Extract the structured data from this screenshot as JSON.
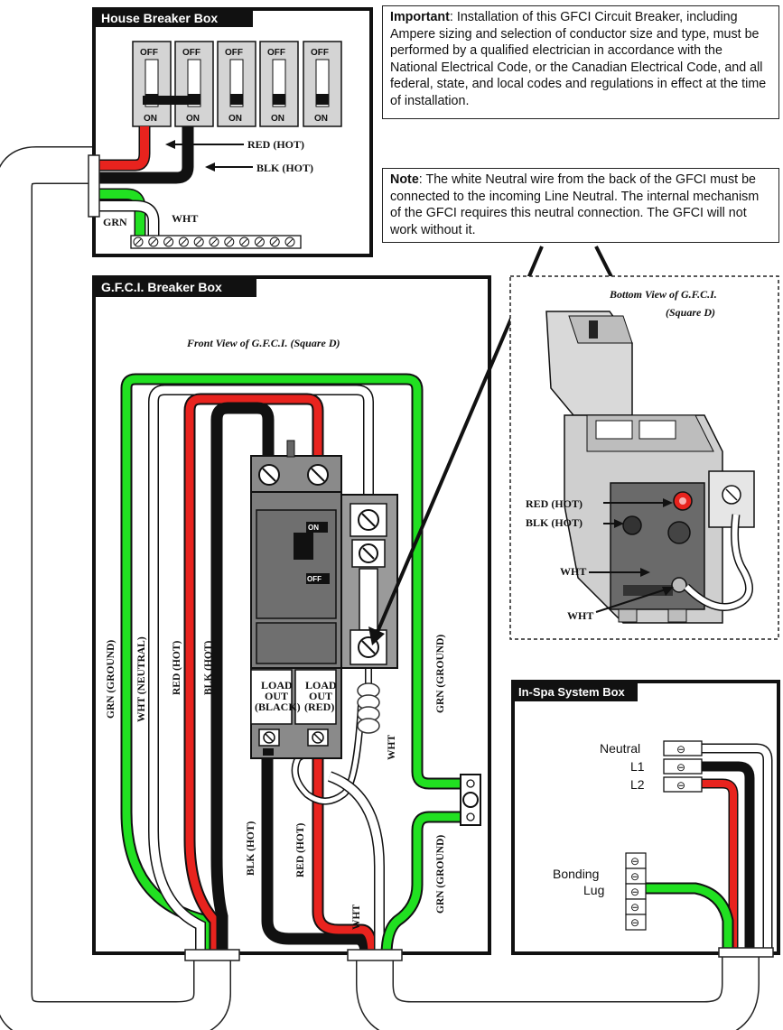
{
  "notes": {
    "important_label": "Important",
    "important_text": ": Installation of this GFCI Circuit Breaker, including Ampere sizing and selection of conductor size and type, must be performed by a qualified electrician in accordance with the National Electrical Code, or the Canadian Electrical Code, and all federal, state, and local codes and regulations in effect at the time of installation.",
    "note_label": "Note",
    "note_text": ": The white Neutral wire from the back of the GFCI must be connected to the incoming Line Neutral. The internal mechanism of the GFCI requires this neutral connection. The GFCI will not work without it."
  },
  "house_box": {
    "title": "House Breaker Box",
    "off": "OFF",
    "on": "ON",
    "red_label": "RED (HOT)",
    "blk_label": "BLK (HOT)",
    "grn_label": "GRN",
    "wht_label": "WHT"
  },
  "gfci_box": {
    "title": "G.F.C.I. Breaker Box",
    "front_view": "Front View of G.F.C.I. (Square D)",
    "on": "ON",
    "off": "OFF",
    "load_black": [
      "LOAD",
      "OUT",
      "(BLACK)"
    ],
    "load_red": [
      "LOAD",
      "OUT",
      "(RED)"
    ],
    "wire_labels": {
      "grn_ground_left": "GRN (GROUND)",
      "wht_neutral": "WHT (NEUTRAL)",
      "red_hot": "RED (HOT)",
      "blk_hot": "BLK (HOT)",
      "wht_coil": "WHT",
      "grn_ground_right": "GRN (GROUND)",
      "blk_hot_out": "BLK (HOT)",
      "red_hot_out": "RED (HOT)",
      "wht_out": "WHT",
      "grn_ground_out": "GRN (GROUND)"
    }
  },
  "bottom_view": {
    "title_line1": "Bottom View of G.F.C.I.",
    "title_line2": "(Square D)",
    "red_label": "RED (HOT)",
    "blk_label": "BLK (HOT)",
    "wht_label_1": "WHT",
    "wht_label_2": "WHT"
  },
  "spa_box": {
    "title": "In-Spa System Box",
    "neutral": "Neutral",
    "l1": "L1",
    "l2": "L2",
    "bonding": "Bonding",
    "lug": "Lug"
  },
  "colors": {
    "red": "#e8231e",
    "black": "#111111",
    "green": "#21e021",
    "white_wire": "#ffffff",
    "breaker_gray": "#7d7d7d"
  }
}
